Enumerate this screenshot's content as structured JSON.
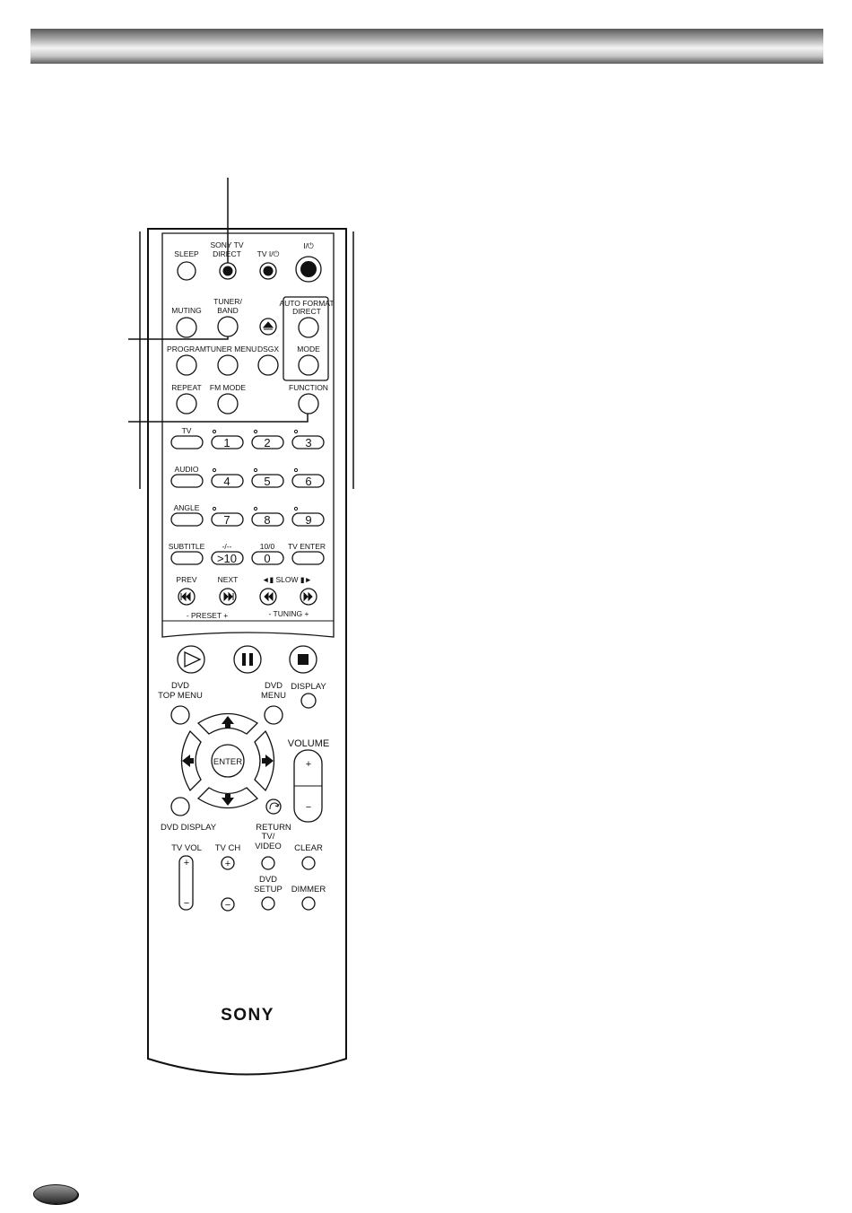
{
  "remote": {
    "labels": {
      "sleep": "SLEEP",
      "sony_tv_direct": [
        "SONY TV",
        "DIRECT"
      ],
      "tv_power": "TV I/⏻",
      "power": "I/⏻",
      "muting": "MUTING",
      "tuner_band": [
        "TUNER/",
        "BAND"
      ],
      "auto_format_direct": [
        "AUTO FORMAT",
        "DIRECT"
      ],
      "program": "PROGRAM",
      "tuner_menu": "TUNER MENU",
      "dsgx": "DSGX",
      "mode": "MODE",
      "repeat": "REPEAT",
      "fm_mode": "FM MODE",
      "function": "FUNCTION",
      "tv": "TV",
      "audio": "AUDIO",
      "angle": "ANGLE",
      "subtitle": "SUBTITLE",
      "dash_dash": "-/--",
      "ten_zero": "10/0",
      "tv_enter": "TV ENTER",
      "prev": "PREV",
      "next": "NEXT",
      "slow": "◄▮ SLOW ▮►",
      "preset": "-  PRESET  +",
      "tuning": "-  TUNING  +",
      "dvd_top_menu": [
        "DVD",
        "TOP MENU"
      ],
      "dvd_menu": [
        "DVD",
        "MENU"
      ],
      "display": "DISPLAY",
      "enter": "ENTER",
      "volume": "VOLUME",
      "dvd_display": "DVD DISPLAY",
      "return": "RETURN",
      "tv_vol": "TV VOL",
      "tv_ch": "TV CH",
      "tv_video": [
        "TV/",
        "VIDEO"
      ],
      "clear": "CLEAR",
      "dvd_setup": [
        "DVD",
        "SETUP"
      ],
      "dimmer": "DIMMER",
      "plus": "+",
      "minus": "−"
    },
    "numbers": [
      "1",
      "2",
      "3",
      "4",
      "5",
      "6",
      "7",
      "8",
      "9"
    ],
    "gt10": ">10",
    "zero": "0",
    "brand": "SONY"
  }
}
